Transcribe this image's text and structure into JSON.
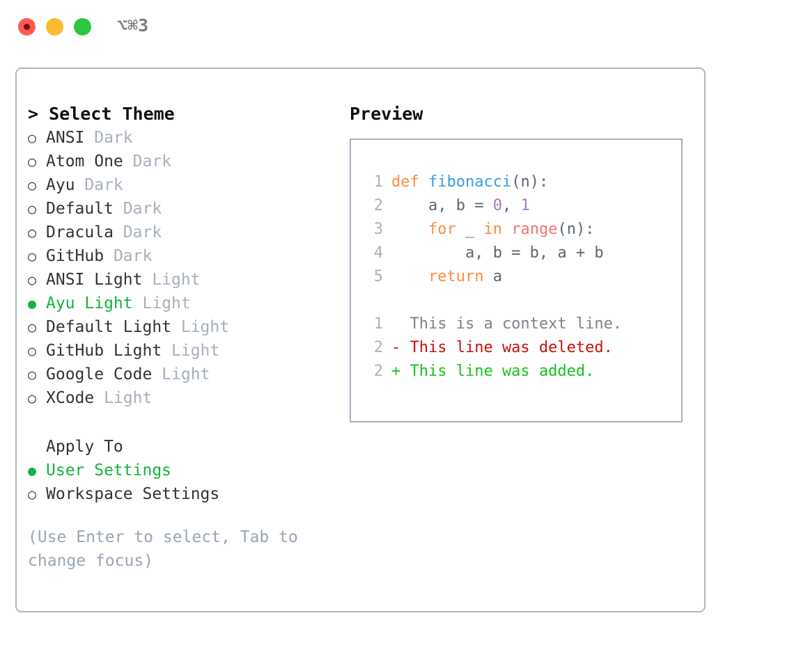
{
  "window": {
    "title": "⌥⌘3",
    "traffic_lights": [
      {
        "name": "close",
        "color": "#fb5a52"
      },
      {
        "name": "minimize",
        "color": "#fbbd2e"
      },
      {
        "name": "maximize",
        "color": "#28c840"
      }
    ]
  },
  "theme_picker": {
    "heading": "> Select Theme",
    "markers": {
      "selected": "●",
      "unselected": "○"
    },
    "options": [
      {
        "name": "ANSI",
        "category": "Dark",
        "selected": false
      },
      {
        "name": "Atom One",
        "category": "Dark",
        "selected": false
      },
      {
        "name": "Ayu",
        "category": "Dark",
        "selected": false
      },
      {
        "name": "Default",
        "category": "Dark",
        "selected": false
      },
      {
        "name": "Dracula",
        "category": "Dark",
        "selected": false
      },
      {
        "name": "GitHub",
        "category": "Dark",
        "selected": false
      },
      {
        "name": "ANSI Light",
        "category": "Light",
        "selected": false
      },
      {
        "name": "Ayu Light",
        "category": "Light",
        "selected": true
      },
      {
        "name": "Default Light",
        "category": "Light",
        "selected": false
      },
      {
        "name": "GitHub Light",
        "category": "Light",
        "selected": false
      },
      {
        "name": "Google Code",
        "category": "Light",
        "selected": false
      },
      {
        "name": "XCode",
        "category": "Light",
        "selected": false
      }
    ]
  },
  "apply_to": {
    "heading": "Apply To",
    "options": [
      {
        "name": "User Settings",
        "selected": true
      },
      {
        "name": "Workspace Settings",
        "selected": false
      }
    ]
  },
  "hint": "(Use Enter to select, Tab to change focus)",
  "preview": {
    "heading": "Preview",
    "code_lines": [
      {
        "lineno": "1",
        "tokens": [
          {
            "text": "def ",
            "type": "kw"
          },
          {
            "text": "fibonacci",
            "type": "fn"
          },
          {
            "text": "(n):",
            "type": "plain"
          }
        ]
      },
      {
        "lineno": "2",
        "tokens": [
          {
            "text": "    a, b = ",
            "type": "plain"
          },
          {
            "text": "0",
            "type": "num"
          },
          {
            "text": ", ",
            "type": "plain"
          },
          {
            "text": "1",
            "type": "num"
          }
        ]
      },
      {
        "lineno": "3",
        "tokens": [
          {
            "text": "    ",
            "type": "plain"
          },
          {
            "text": "for",
            "type": "kw"
          },
          {
            "text": " _ ",
            "type": "plain"
          },
          {
            "text": "in",
            "type": "kw"
          },
          {
            "text": " ",
            "type": "plain"
          },
          {
            "text": "range",
            "type": "builtin"
          },
          {
            "text": "(n):",
            "type": "plain"
          }
        ]
      },
      {
        "lineno": "4",
        "tokens": [
          {
            "text": "        a, b = b, a + b",
            "type": "plain"
          }
        ]
      },
      {
        "lineno": "5",
        "tokens": [
          {
            "text": "    ",
            "type": "plain"
          },
          {
            "text": "return",
            "type": "kw"
          },
          {
            "text": " a",
            "type": "plain"
          }
        ]
      }
    ],
    "diff_lines": [
      {
        "lineno": "1",
        "sign": " ",
        "text": " This is a context line.",
        "kind": "context"
      },
      {
        "lineno": "2",
        "sign": "-",
        "text": " This line was deleted.",
        "kind": "deleted"
      },
      {
        "lineno": "2",
        "sign": "+",
        "text": " This line was added.",
        "kind": "added"
      }
    ]
  },
  "colors": {
    "accent_green": "#13b33f",
    "muted": "#a7b0bd",
    "border": "#aab4c3",
    "keyword": "#fa8d3e",
    "function": "#399ee6",
    "builtin": "#f07171",
    "number": "#a37acc",
    "plain": "#5c6773",
    "diff_added": "#14c21c",
    "diff_deleted": "#c7110f",
    "diff_context": "#7c838b"
  }
}
